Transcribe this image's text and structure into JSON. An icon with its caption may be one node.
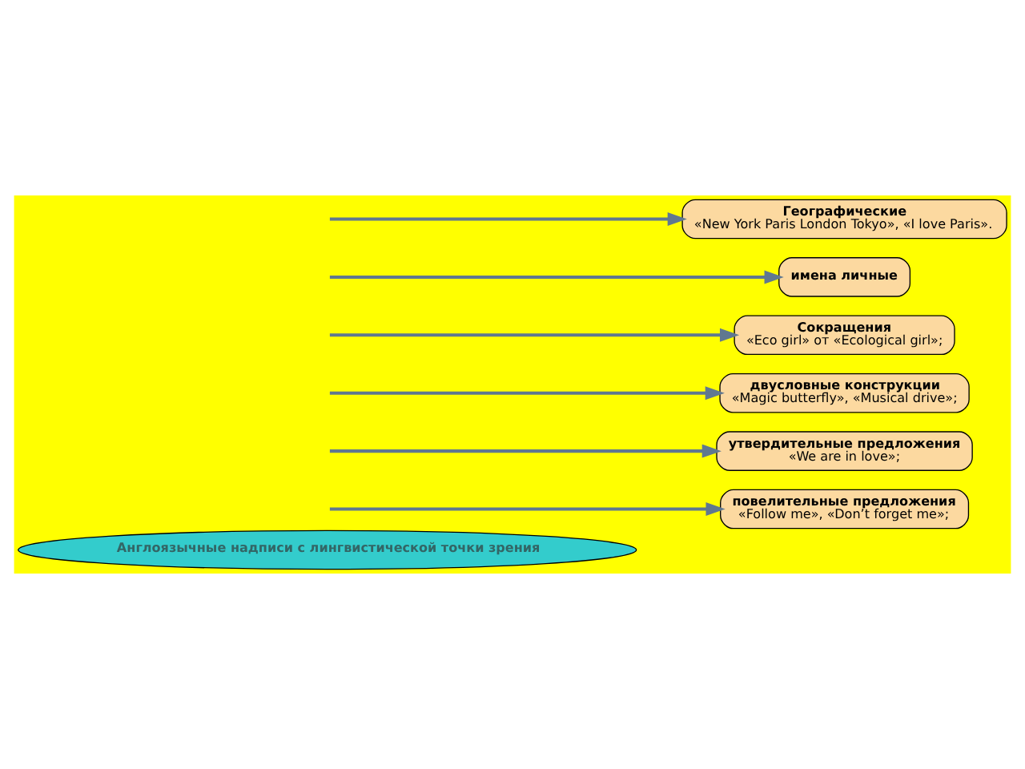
{
  "diagram": {
    "nodes": [
      {
        "text": [
          "Англоязычные надписи с лингвистической точки зрения"
        ]
      },
      {
        "text": [
          "повелительные предложения",
          "«Follow me», «Don’t forget me»;"
        ]
      },
      {
        "text": [
          "утвердительные предложения",
          "«We are in love»;"
        ]
      },
      {
        "text": [
          "двусловные конструкции",
          "«Magic butterfly», «Musical drive»;"
        ]
      },
      {
        "text": [
          "Сокращения",
          "«Eco girl» от «Ecological girl»;"
        ]
      },
      {
        "text": [
          "имена личные"
        ]
      },
      {
        "text": [
          "Географические",
          "«New York Paris London Tokyo», «I love Paris»."
        ]
      }
    ],
    "edges": [
      {
        "from": null,
        "to": 1,
        "arrow": "to"
      },
      {
        "from": null,
        "to": 2,
        "arrow": "to"
      },
      {
        "from": null,
        "to": 3,
        "arrow": "to"
      },
      {
        "from": null,
        "to": 4,
        "arrow": "to"
      },
      {
        "from": null,
        "to": 5,
        "arrow": "to"
      },
      {
        "from": null,
        "to": 6,
        "arrow": "to"
      }
    ]
  }
}
